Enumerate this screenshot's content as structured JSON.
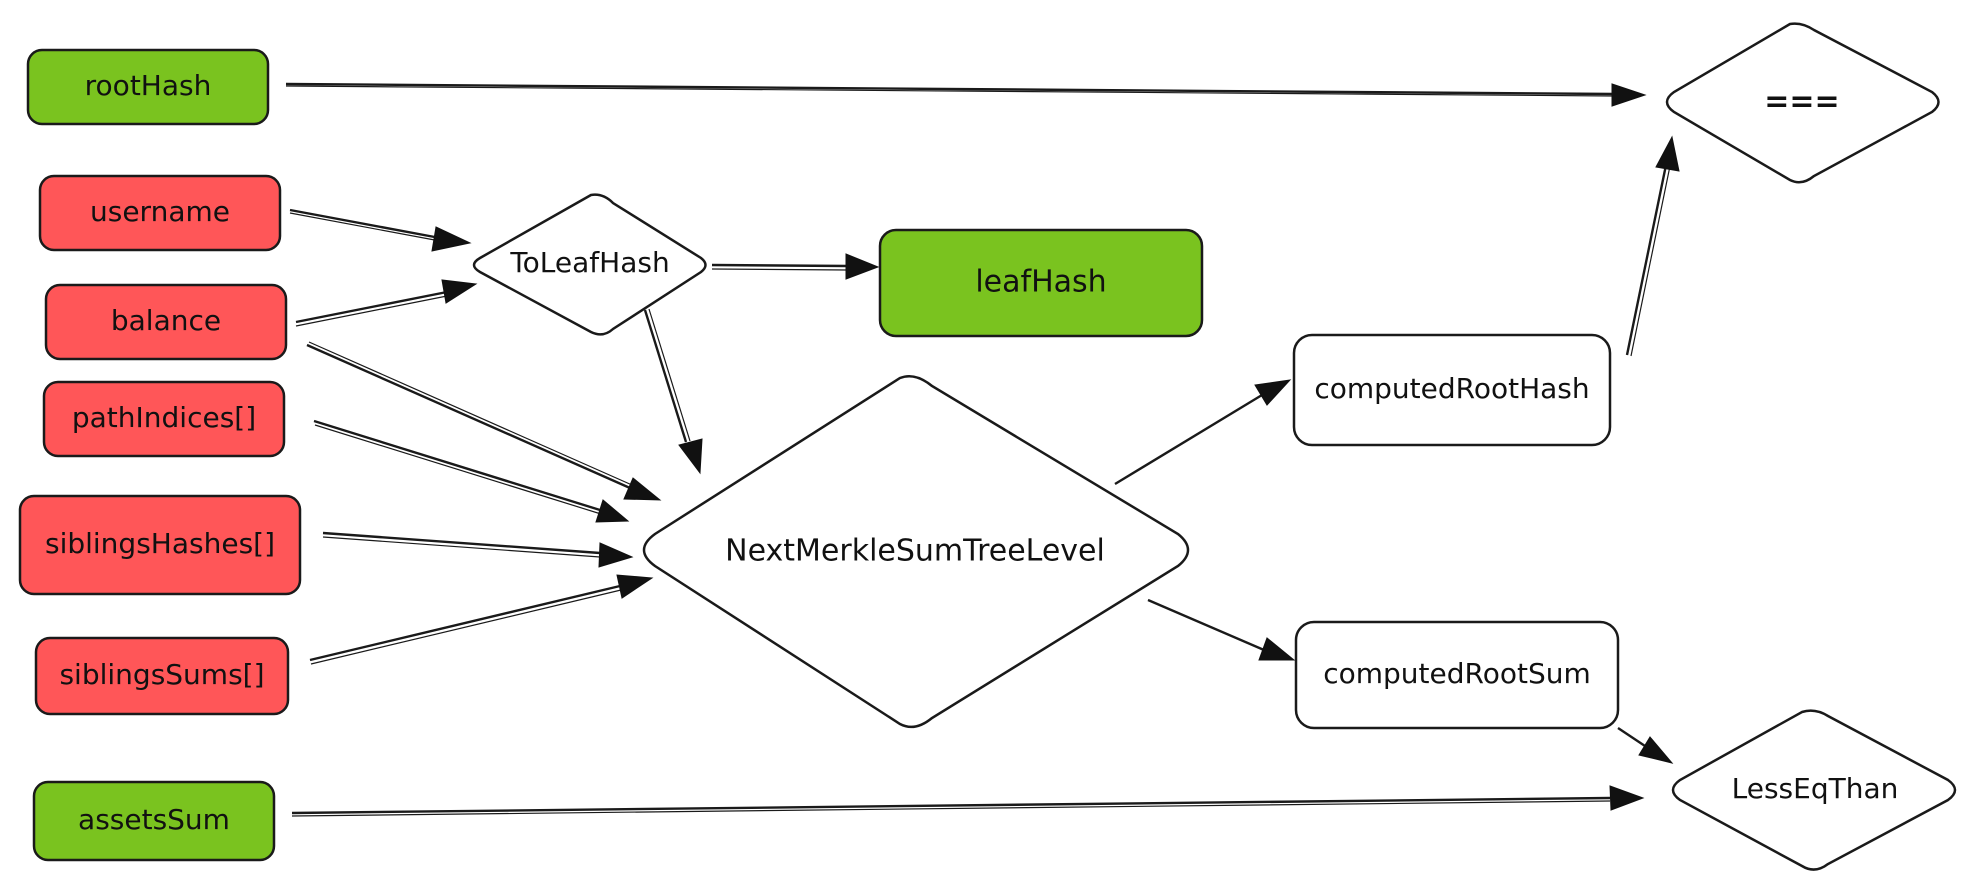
{
  "colors": {
    "public_input": "#7ac31f",
    "private_input": "#ff5658",
    "output_box": "#ffffff",
    "stroke": "#1a1a1a"
  },
  "inputs": {
    "root_hash": "rootHash",
    "username": "username",
    "balance": "balance",
    "path_indices": "pathIndices[]",
    "siblings_hashes": "siblingsHashes[]",
    "siblings_sums": "siblingsSums[]",
    "assets_sum": "assetsSum"
  },
  "operations": {
    "to_leaf_hash": "ToLeafHash",
    "next_merkle_sum_tree_level": "NextMerkleSumTreeLevel",
    "equals": "===",
    "less_eq_than": "LessEqThan"
  },
  "outputs": {
    "leaf_hash": "leafHash",
    "computed_root_hash": "computedRootHash",
    "computed_root_sum": "computedRootSum"
  }
}
